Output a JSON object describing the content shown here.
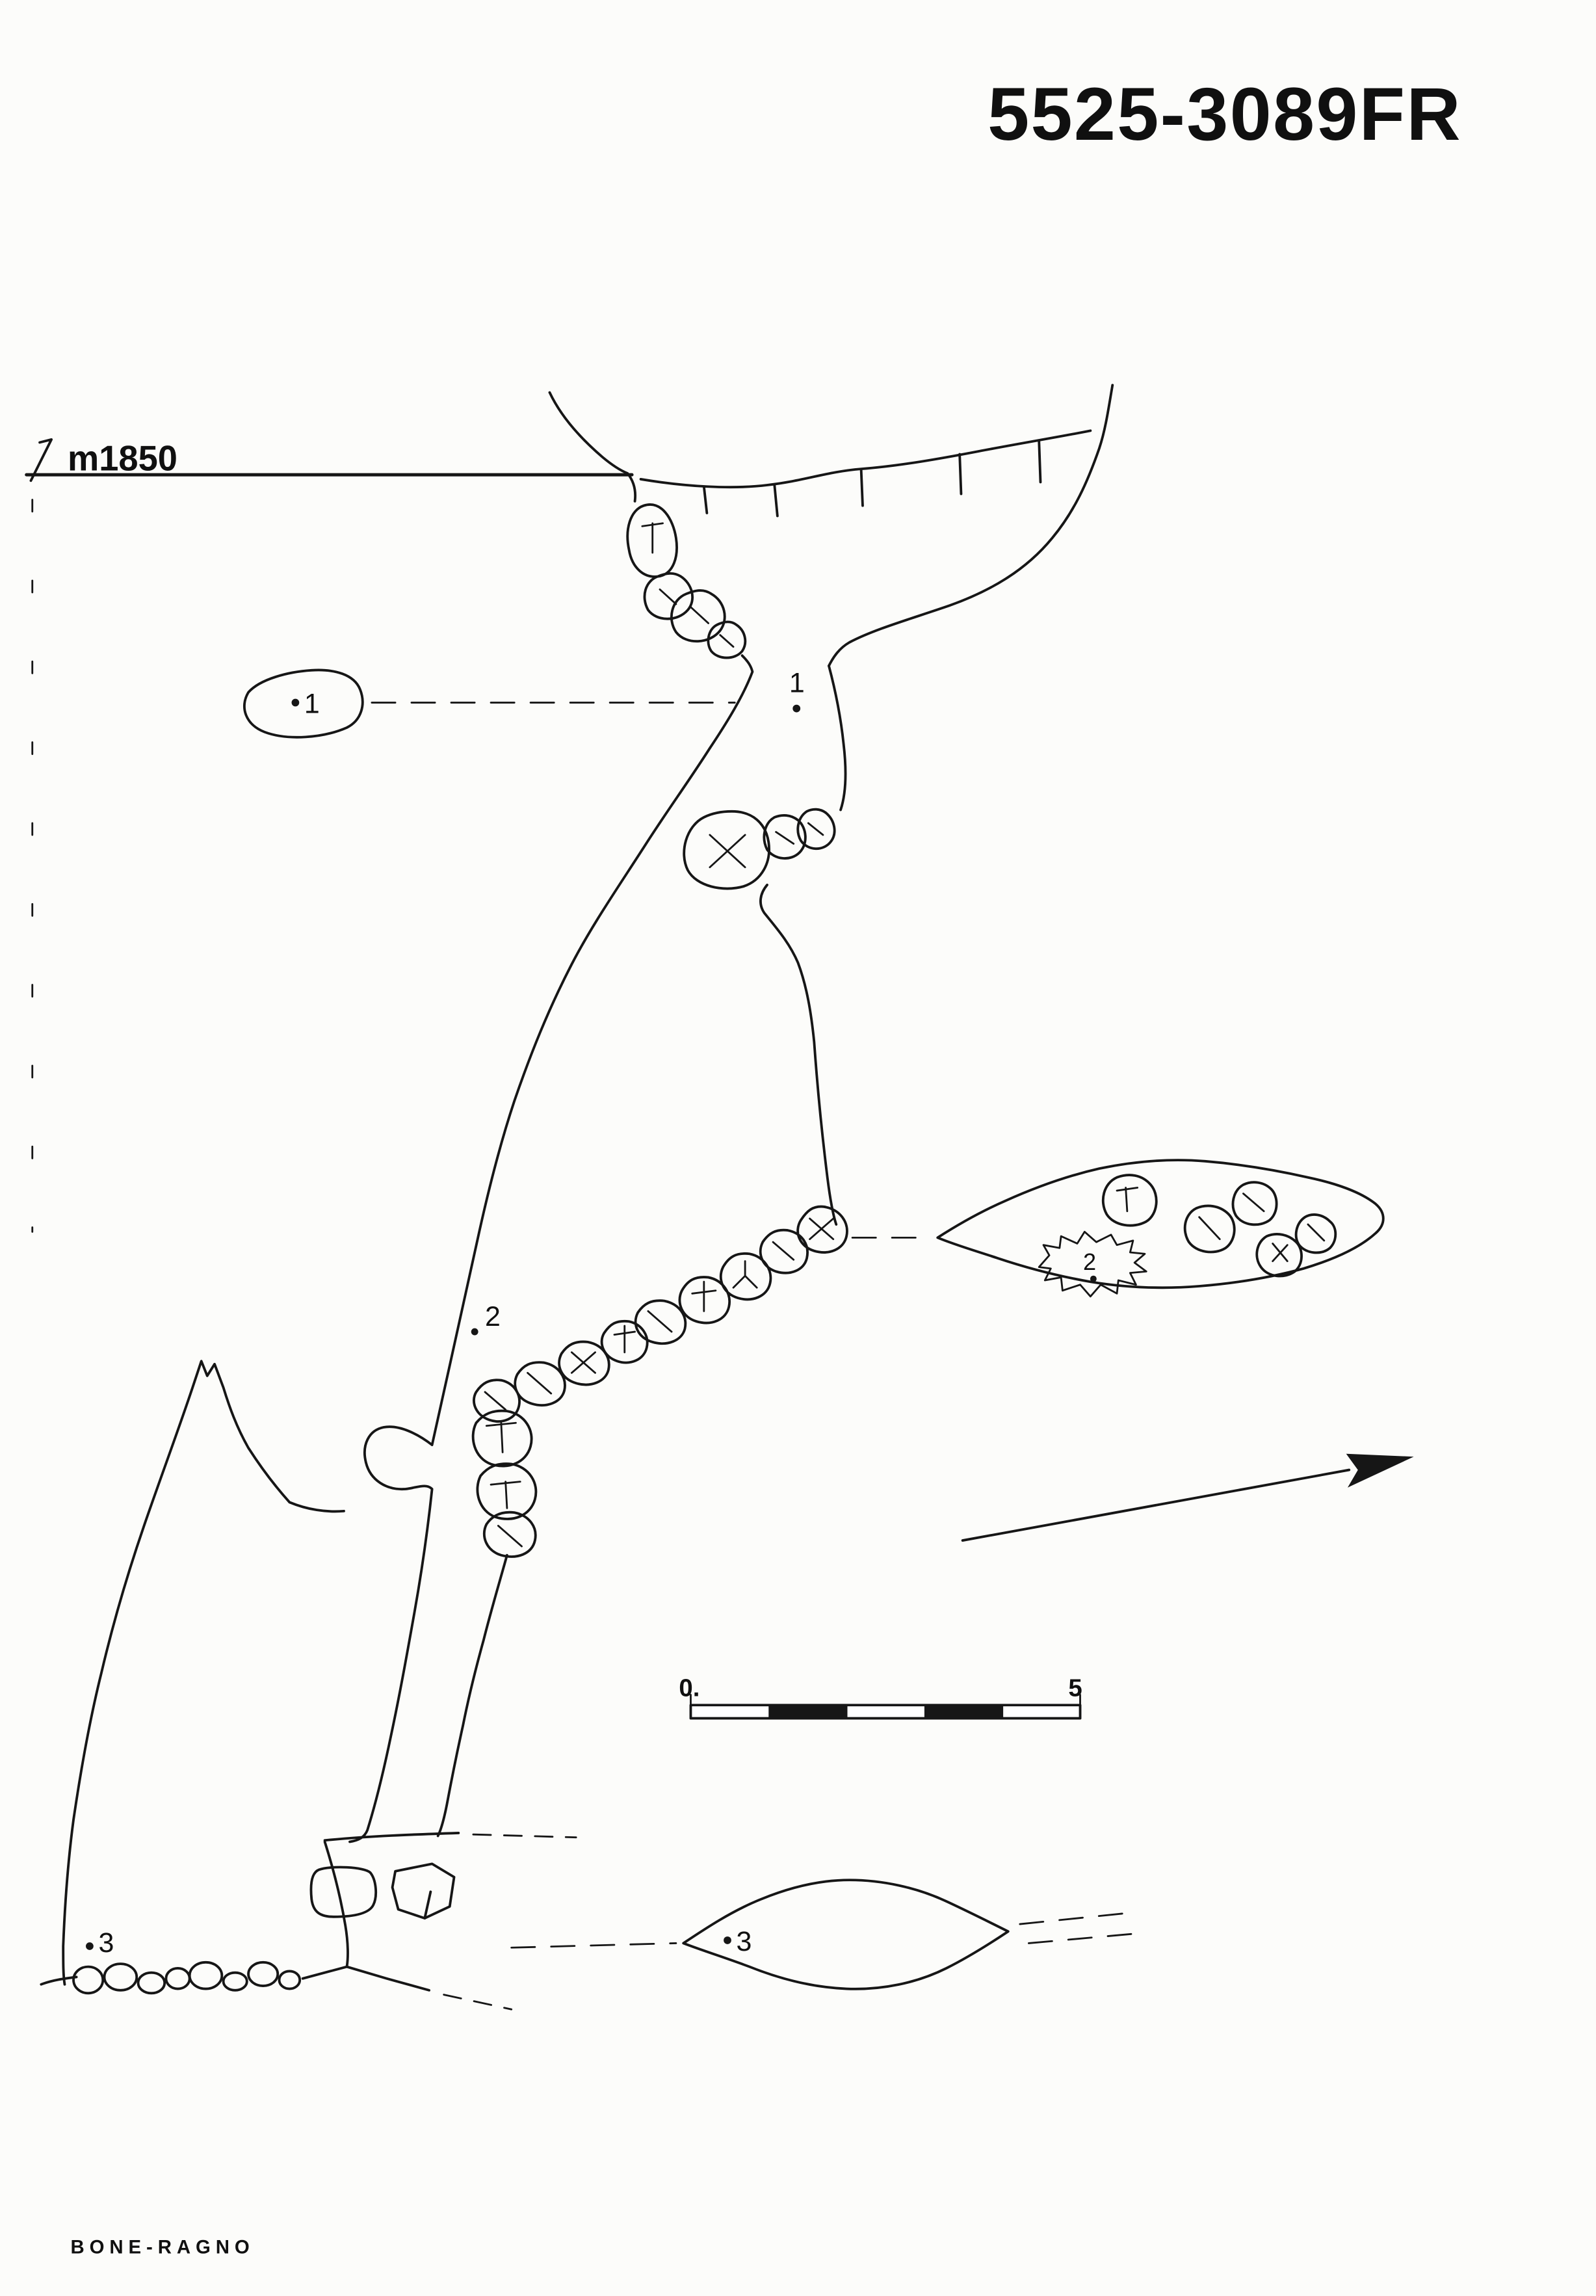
{
  "title": "5525-3089FR",
  "elevation_label": "m1850",
  "credit": "BONE-RAGNO",
  "stations": {
    "plan_1": "1",
    "section_1": "1",
    "plan_2": "2",
    "section_2": "2",
    "plan_3": "3",
    "section_3": "3"
  },
  "scale_bar": {
    "start_label": "0.",
    "end_label": "5",
    "units_shown": "0 to 5"
  },
  "colors": {
    "ink": "#161616",
    "paper": "#fcfcfa"
  }
}
